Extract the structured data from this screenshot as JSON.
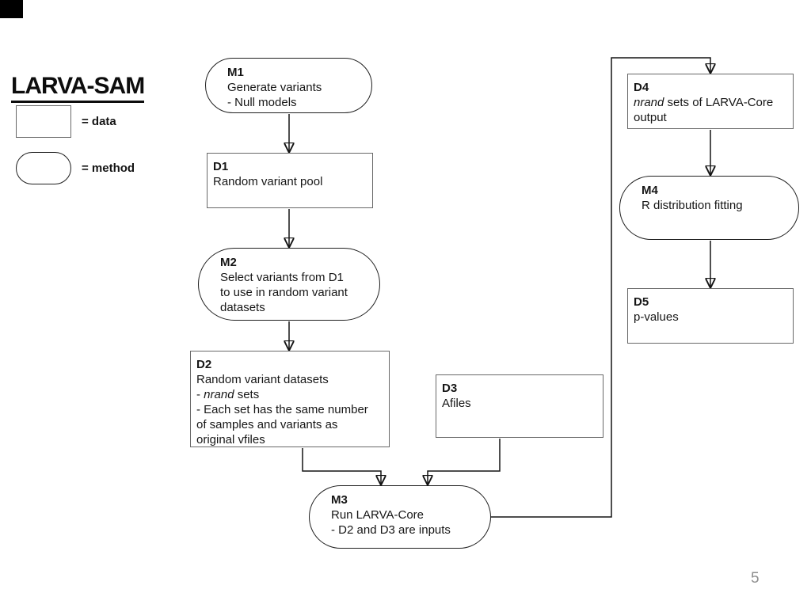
{
  "slide": {
    "title": "LARVA-SAM",
    "page_number": "5"
  },
  "legend": {
    "items": [
      {
        "shape": "rectangle",
        "label": "= data"
      },
      {
        "shape": "rounded",
        "label": "= method"
      }
    ]
  },
  "nodes": {
    "m1": {
      "id": "M1",
      "type": "method",
      "lines": [
        "Generate variants",
        "- Null models"
      ]
    },
    "d1": {
      "id": "D1",
      "type": "data",
      "lines": [
        "Random variant pool"
      ]
    },
    "m2": {
      "id": "M2",
      "type": "method",
      "lines": [
        "Select variants from D1",
        "to use in random variant",
        "datasets"
      ]
    },
    "d2": {
      "id": "D2",
      "type": "data",
      "lines": [
        "Random variant datasets",
        "- _nrand_ sets",
        "- Each set has the same number",
        "of samples and variants as",
        "original vfiles"
      ]
    },
    "d3": {
      "id": "D3",
      "type": "data",
      "lines": [
        "Afiles"
      ]
    },
    "m3": {
      "id": "M3",
      "type": "method",
      "lines": [
        "Run LARVA-Core",
        "- D2 and D3 are inputs"
      ]
    },
    "d4": {
      "id": "D4",
      "type": "data",
      "lines": [
        "_nrand_ sets of LARVA-Core",
        "output"
      ]
    },
    "m4": {
      "id": "M4",
      "type": "method",
      "lines": [
        "R distribution fitting"
      ]
    },
    "d5": {
      "id": "D5",
      "type": "data",
      "lines": [
        "p-values"
      ]
    }
  },
  "connections": [
    {
      "from": "M1",
      "to": "D1"
    },
    {
      "from": "D1",
      "to": "M2"
    },
    {
      "from": "M2",
      "to": "D2"
    },
    {
      "from": "D2",
      "to": "M3"
    },
    {
      "from": "D3",
      "to": "M3"
    },
    {
      "from": "M3",
      "to": "D4"
    },
    {
      "from": "D4",
      "to": "M4"
    },
    {
      "from": "M4",
      "to": "D5"
    }
  ],
  "colors": {
    "diagram_line": "#141414",
    "data_border": "#686868",
    "method_border": "#1f1f1f",
    "page_number": "#8f8f8f"
  }
}
